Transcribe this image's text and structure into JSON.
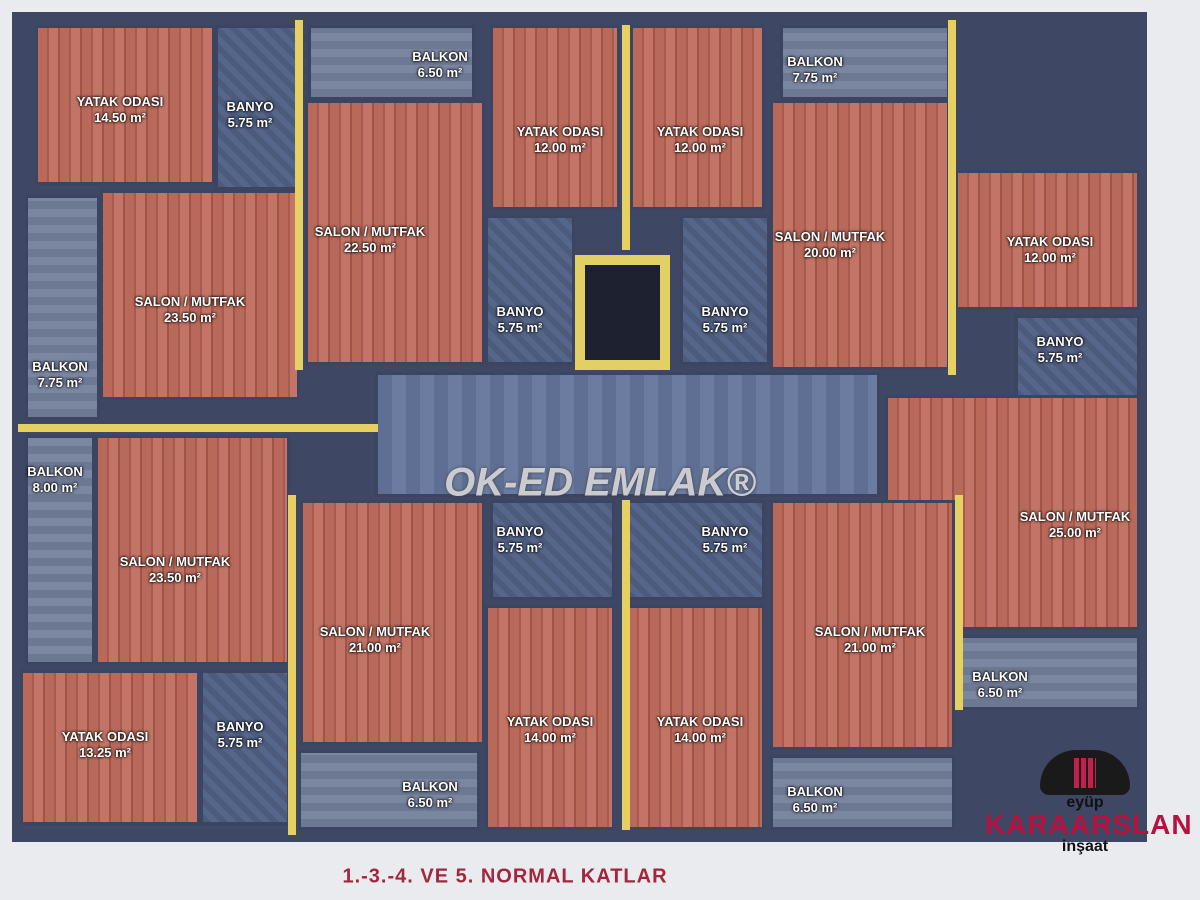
{
  "rooms": [
    {
      "name": "YATAK ODASI",
      "area": "14.50 m²"
    },
    {
      "name": "BANYO",
      "area": "5.75 m²"
    },
    {
      "name": "BALKON",
      "area": "6.50 m²"
    },
    {
      "name": "YATAK ODASI",
      "area": "12.00 m²"
    },
    {
      "name": "YATAK ODASI",
      "area": "12.00 m²"
    },
    {
      "name": "BALKON",
      "area": "7.75 m²"
    },
    {
      "name": "SALON / MUTFAK",
      "area": "22.50 m²"
    },
    {
      "name": "SALON / MUTFAK",
      "area": "20.00 m²"
    },
    {
      "name": "YATAK ODASI",
      "area": "12.00 m²"
    },
    {
      "name": "BANYO",
      "area": "5.75 m²"
    },
    {
      "name": "SALON / MUTFAK",
      "area": "23.50 m²"
    },
    {
      "name": "BALKON",
      "area": "7.75 m²"
    },
    {
      "name": "BANYO",
      "area": "5.75 m²"
    },
    {
      "name": "BANYO",
      "area": "5.75 m²"
    },
    {
      "name": "BALKON",
      "area": "8.00 m²"
    },
    {
      "name": "SALON / MUTFAK",
      "area": "23.50 m²"
    },
    {
      "name": "BANYO",
      "area": "5.75 m²"
    },
    {
      "name": "BANYO",
      "area": "5.75 m²"
    },
    {
      "name": "SALON / MUTFAK",
      "area": "25.00 m²"
    },
    {
      "name": "SALON / MUTFAK",
      "area": "21.00 m²"
    },
    {
      "name": "SALON / MUTFAK",
      "area": "21.00 m²"
    },
    {
      "name": "BALKON",
      "area": "6.50 m²"
    },
    {
      "name": "YATAK ODASI",
      "area": "13.25 m²"
    },
    {
      "name": "BANYO",
      "area": "5.75 m²"
    },
    {
      "name": "YATAK ODASI",
      "area": "14.00 m²"
    },
    {
      "name": "YATAK ODASI",
      "area": "14.00 m²"
    },
    {
      "name": "BALKON",
      "area": "6.50 m²"
    },
    {
      "name": "BALKON",
      "area": "6.50 m²"
    }
  ],
  "watermark": "OK-ED EMLAK®",
  "title": "1.-3.-4. VE 5. NORMAL KATLAR",
  "logo": {
    "top": "eyüp",
    "main": "KARAARSLAN",
    "bottom": "inşaat"
  }
}
